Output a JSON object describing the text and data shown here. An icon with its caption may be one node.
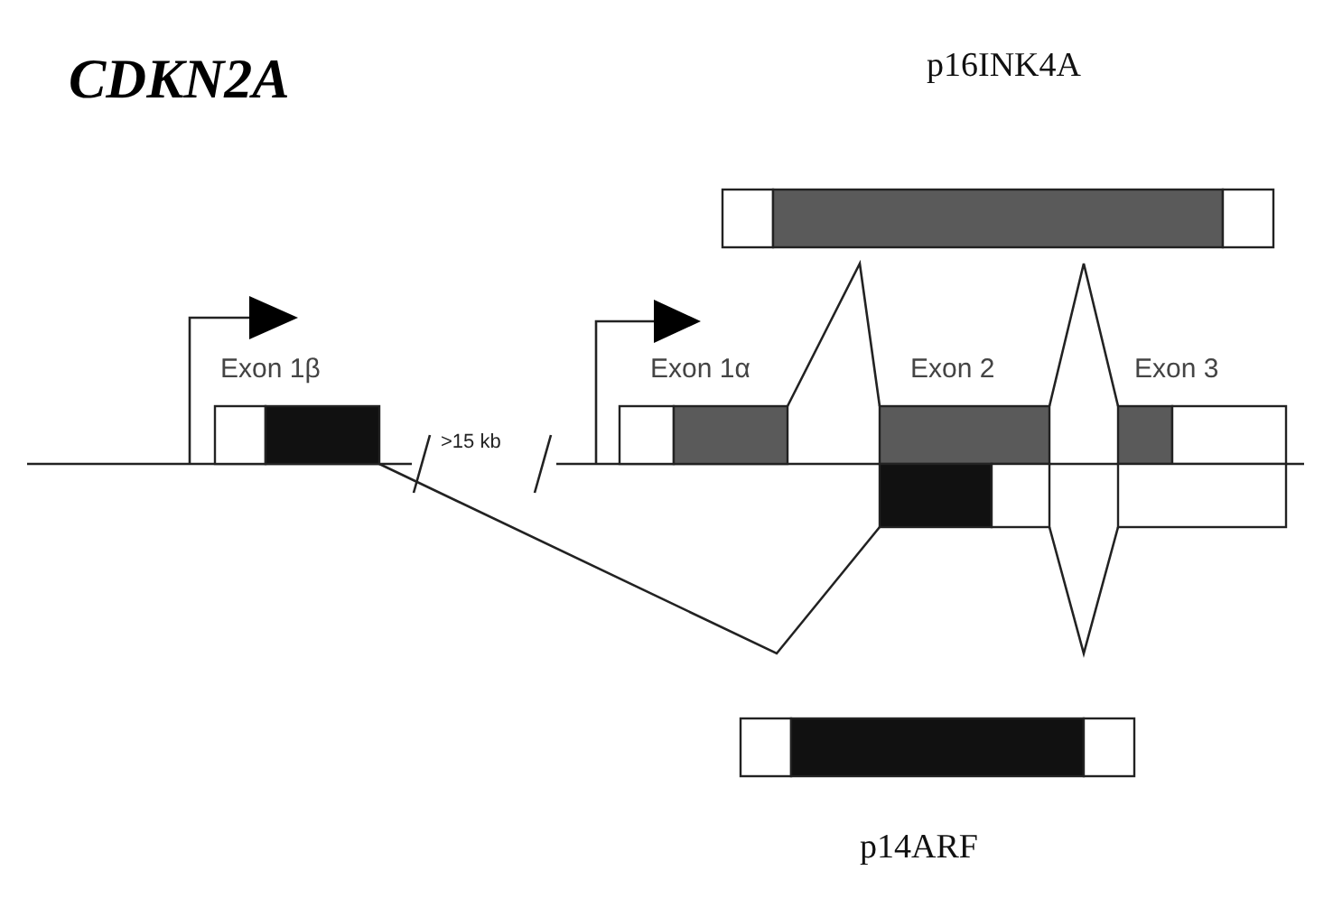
{
  "diagram": {
    "title": "CDKN2A",
    "nodes": [
      {
        "text": [
          "Exon 1β"
        ]
      },
      {
        "text": [
          "Exon 1α"
        ]
      },
      {
        "text": [
          "Exon 2"
        ]
      },
      {
        "text": [
          "Exon 3"
        ]
      },
      {
        "text": [
          "p16INK4A"
        ]
      },
      {
        "text": [
          "p14ARF"
        ]
      }
    ],
    "edges": [
      {
        "from": 1,
        "to": 2,
        "arrow": "none"
      },
      {
        "from": 2,
        "to": 3,
        "arrow": "none"
      },
      {
        "from": 0,
        "to": 2,
        "arrow": "none"
      },
      {
        "from": 2,
        "to": 3,
        "arrow": "none"
      }
    ],
    "labels": [
      ">15 kb"
    ]
  }
}
